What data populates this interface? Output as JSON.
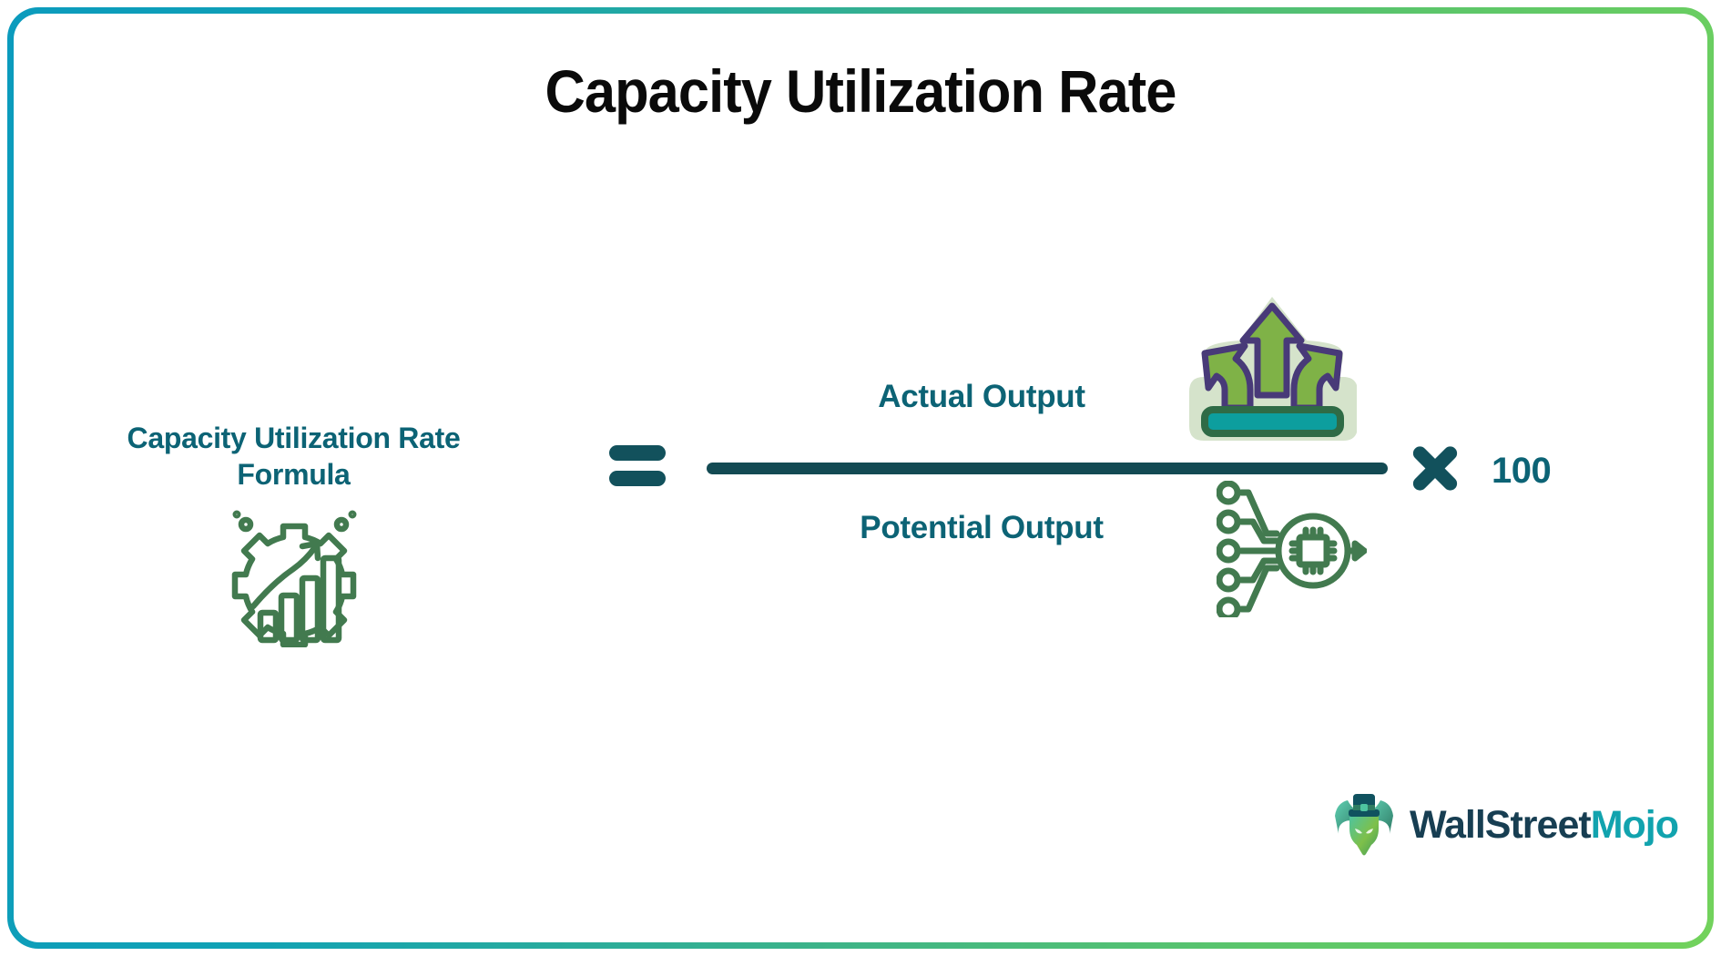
{
  "page": {
    "title": "Capacity Utilization Rate",
    "background": "#ffffff",
    "border_gradient_from": "#0b9bbd",
    "border_gradient_to": "#72d25c"
  },
  "formula": {
    "label_line1": "Capacity Utilization Rate",
    "label_line2": "Formula",
    "equals_symbol": "=",
    "numerator": "Actual Output",
    "denominator": "Potential Output",
    "times_symbol": "×",
    "multiplier": "100",
    "text_color": "#0c6375",
    "bar_color": "#134a53"
  },
  "icons": {
    "gear_chart": "gear-bar-chart-growth-icon",
    "three_arrows": "three-arrows-output-icon",
    "circuit_chip": "circuit-processor-icon",
    "icon_green": "#427a4f",
    "arrow_green": "#7fb247",
    "arrow_outline": "#483a78",
    "arrow_backing": "#d5e3cb",
    "arrow_bar_teal": "#0d9e9e"
  },
  "branding": {
    "logo_mark": "wallstreetmojo-bull-icon",
    "name_primary": "WallStreet",
    "name_secondary": "Mojo",
    "primary_color": "#173e52",
    "secondary_color": "#11a3ae"
  }
}
